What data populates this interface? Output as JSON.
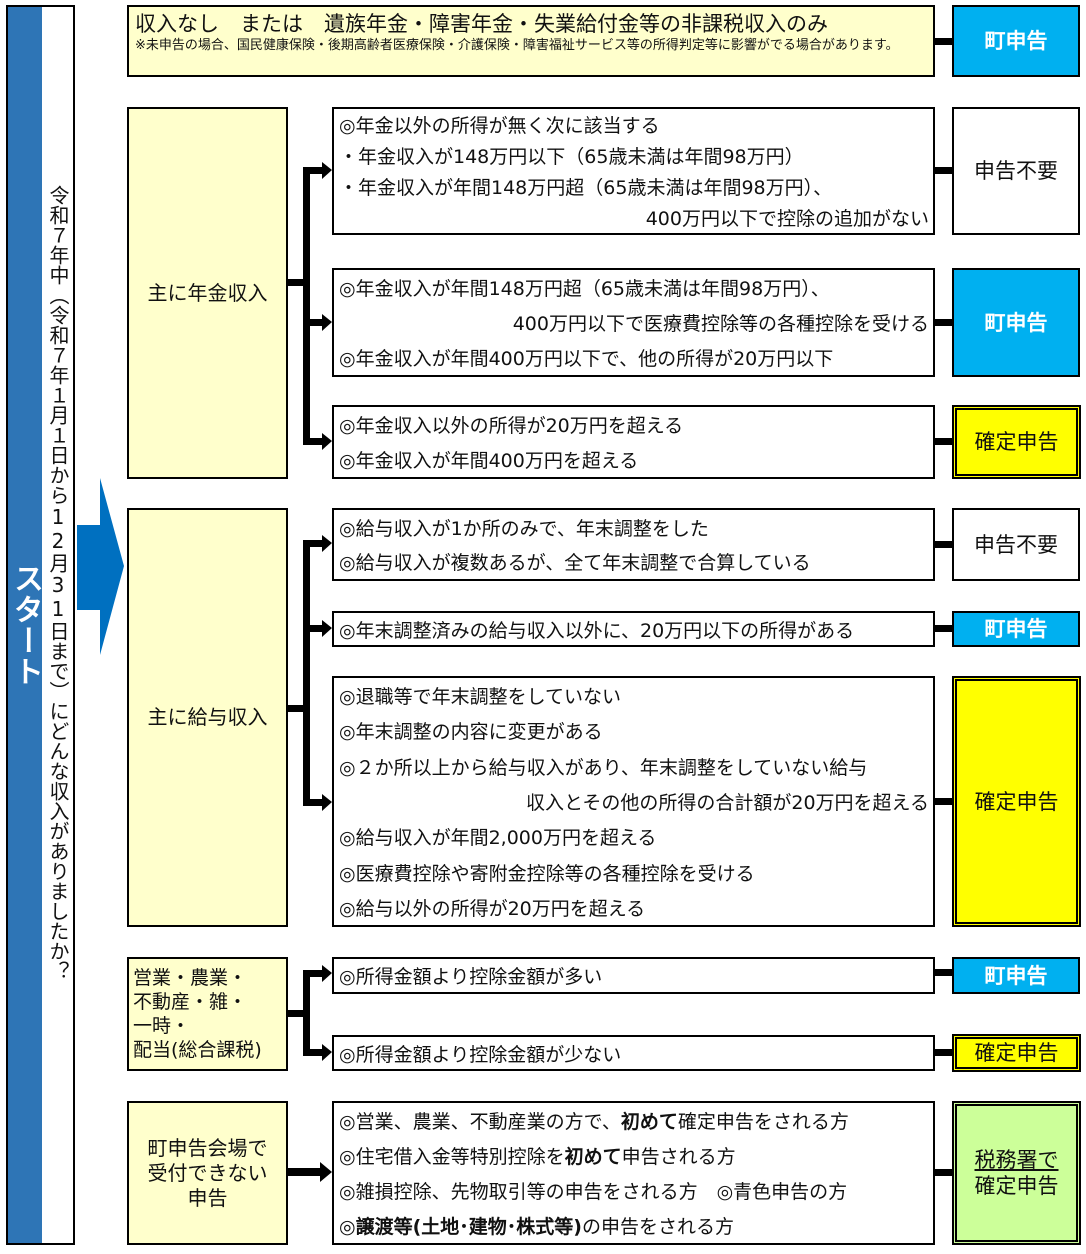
{
  "start": {
    "label": "スタート",
    "question": "令和７年中（令和７年１月１日から12月31日まで）にどんな収入がありましたか？"
  },
  "colors": {
    "start_bar": "#2e75b6",
    "arrow": "#0070c0",
    "category_fill": "#ffffcc",
    "town_filing": "#00b0f0",
    "final_return": "#ffff00",
    "tax_office": "#ccff99"
  },
  "no_income": {
    "title": "収入なし　または　遺族年金・障害年金・失業給付金等の非課税収入のみ",
    "note": "※未申告の場合、国民健康保険・後期高齢者医療保険・介護保険・障害福祉サービス等の所得判定等に影響がでる場合があります。",
    "result": "町申告"
  },
  "pension": {
    "category": "主に年金収入",
    "branches": [
      {
        "lines": [
          "◎年金以外の所得が無く次に該当する",
          "・年金収入が148万円以下（65歳未満は年間98万円）",
          "・年金収入が年間148万円超（65歳未満は年間98万円）、",
          "400万円以下で控除の追加がない"
        ],
        "result": "申告不要"
      },
      {
        "lines": [
          "◎年金収入が年間148万円超（65歳未満は年間98万円）、",
          "400万円以下で医療費控除等の各種控除を受ける",
          "◎年金収入が年間400万円以下で、他の所得が20万円以下"
        ],
        "result": "町申告"
      },
      {
        "lines": [
          "◎年金収入以外の所得が20万円を超える",
          "◎年金収入が年間400万円を超える"
        ],
        "result": "確定申告"
      }
    ]
  },
  "salary": {
    "category": "主に給与収入",
    "branches": [
      {
        "lines": [
          "◎給与収入が1か所のみで、年末調整をした",
          "◎給与収入が複数あるが、全て年末調整で合算している"
        ],
        "result": "申告不要"
      },
      {
        "lines": [
          "◎年末調整済みの給与収入以外に、20万円以下の所得がある"
        ],
        "result": "町申告"
      },
      {
        "lines": [
          "◎退職等で年末調整をしていない",
          "◎年末調整の内容に変更がある",
          "◎２か所以上から給与収入があり、年末調整をしていない給与",
          "収入とその他の所得の合計額が20万円を超える",
          "◎給与収入が年間2,000万円を超える",
          "◎医療費控除や寄附金控除等の各種控除を受ける",
          "◎給与以外の所得が20万円を超える"
        ],
        "result": "確定申告"
      }
    ]
  },
  "business": {
    "category_lines": [
      "営業・農業・",
      "不動産・雑・",
      "一時・",
      "配当(総合課税)"
    ],
    "branches": [
      {
        "lines": [
          "◎所得金額より控除金額が多い"
        ],
        "result": "町申告"
      },
      {
        "lines": [
          "◎所得金額より控除金額が少ない"
        ],
        "result": "確定申告"
      }
    ]
  },
  "tax_office": {
    "category_lines": [
      "町申告会場で",
      "受付できない",
      "申告"
    ],
    "line1": {
      "a": "◎営業、農業、不動産業の方で、",
      "b": "初めて",
      "c": "確定申告をされる方"
    },
    "line2": {
      "a": "◎住宅借入金等特別控除を",
      "b": "初めて",
      "c": "申告される方"
    },
    "line3": "◎雑損控除、先物取引等の申告をされる方　◎青色申告の方",
    "line4": {
      "a": "◎",
      "b": "譲渡等(土地･建物･株式等)",
      "c": "の申告をされる方"
    },
    "result_line1": "税務署で",
    "result_line2": "確定申告"
  }
}
